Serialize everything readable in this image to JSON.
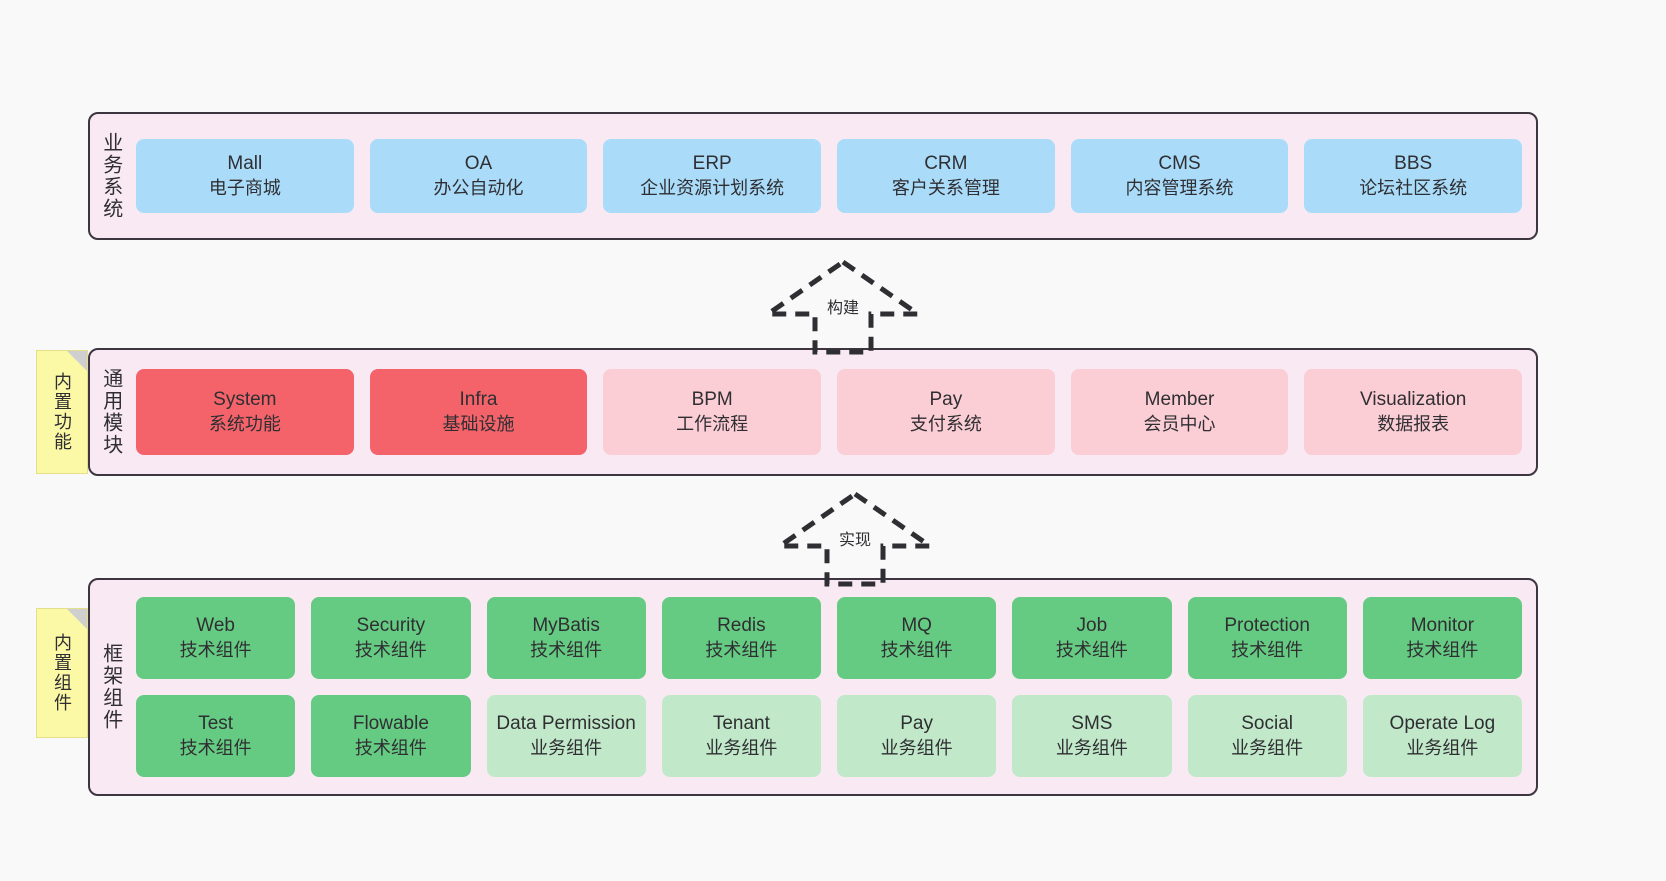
{
  "diagram": {
    "background_color": "#f9f9f9",
    "panel_fill": "#f9e8f2",
    "panel_border": "#3d3540",
    "note_fill": "#fbf8a6"
  },
  "notes": [
    {
      "name": "builtin-functions",
      "label": "内置功能"
    },
    {
      "name": "builtin-components",
      "label": "内置组件"
    }
  ],
  "connectors": [
    {
      "name": "build-arrow",
      "label": "构建"
    },
    {
      "name": "implement-arrow",
      "label": "实现"
    }
  ],
  "layers": [
    {
      "id": "business",
      "title": "业务系统",
      "rows": [
        [
          {
            "code": "Mall",
            "desc": "电子商城",
            "color": "#aadcfa",
            "style": "blue"
          },
          {
            "code": "OA",
            "desc": "办公自动化",
            "color": "#aadcfa",
            "style": "blue"
          },
          {
            "code": "ERP",
            "desc": "企业资源计划系统",
            "color": "#aadcfa",
            "style": "blue"
          },
          {
            "code": "CRM",
            "desc": "客户关系管理",
            "color": "#aadcfa",
            "style": "blue"
          },
          {
            "code": "CMS",
            "desc": "内容管理系统",
            "color": "#aadcfa",
            "style": "blue"
          },
          {
            "code": "BBS",
            "desc": "论坛社区系统",
            "color": "#aadcfa",
            "style": "blue"
          }
        ]
      ]
    },
    {
      "id": "modules",
      "title": "通用模块",
      "rows": [
        [
          {
            "code": "System",
            "desc": "系统功能",
            "color": "#f4636a",
            "style": "red"
          },
          {
            "code": "Infra",
            "desc": "基础设施",
            "color": "#f4636a",
            "style": "red"
          },
          {
            "code": "BPM",
            "desc": "工作流程",
            "color": "#fbcdd4",
            "style": "pink"
          },
          {
            "code": "Pay",
            "desc": "支付系统",
            "color": "#fbcdd4",
            "style": "pink"
          },
          {
            "code": "Member",
            "desc": "会员中心",
            "color": "#fbcdd4",
            "style": "pink"
          },
          {
            "code": "Visualization",
            "desc": "数据报表",
            "color": "#fbcdd4",
            "style": "pink"
          }
        ]
      ]
    },
    {
      "id": "framework",
      "title": "框架组件",
      "rows": [
        [
          {
            "code": "Web",
            "desc": "技术组件",
            "color": "#66cb82",
            "style": "green"
          },
          {
            "code": "Security",
            "desc": "技术组件",
            "color": "#66cb82",
            "style": "green"
          },
          {
            "code": "MyBatis",
            "desc": "技术组件",
            "color": "#66cb82",
            "style": "green"
          },
          {
            "code": "Redis",
            "desc": "技术组件",
            "color": "#66cb82",
            "style": "green"
          },
          {
            "code": "MQ",
            "desc": "技术组件",
            "color": "#66cb82",
            "style": "green"
          },
          {
            "code": "Job",
            "desc": "技术组件",
            "color": "#66cb82",
            "style": "green"
          },
          {
            "code": "Protection",
            "desc": "技术组件",
            "color": "#66cb82",
            "style": "green"
          },
          {
            "code": "Monitor",
            "desc": "技术组件",
            "color": "#66cb82",
            "style": "green"
          }
        ],
        [
          {
            "code": "Test",
            "desc": "技术组件",
            "color": "#66cb82",
            "style": "green"
          },
          {
            "code": "Flowable",
            "desc": "技术组件",
            "color": "#66cb82",
            "style": "green"
          },
          {
            "code": "Data Permission",
            "desc": "业务组件",
            "color": "#c0e8c9",
            "style": "lightgreen"
          },
          {
            "code": "Tenant",
            "desc": "业务组件",
            "color": "#c0e8c9",
            "style": "lightgreen"
          },
          {
            "code": "Pay",
            "desc": "业务组件",
            "color": "#c0e8c9",
            "style": "lightgreen"
          },
          {
            "code": "SMS",
            "desc": "业务组件",
            "color": "#c0e8c9",
            "style": "lightgreen"
          },
          {
            "code": "Social",
            "desc": "业务组件",
            "color": "#c0e8c9",
            "style": "lightgreen"
          },
          {
            "code": "Operate Log",
            "desc": "业务组件",
            "color": "#c0e8c9",
            "style": "lightgreen"
          }
        ]
      ]
    }
  ]
}
